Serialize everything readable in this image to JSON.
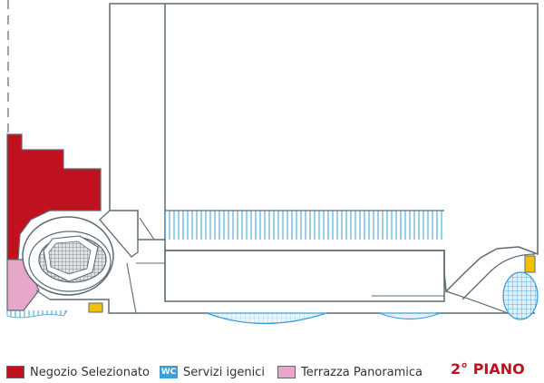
{
  "colors": {
    "selected_shop": "#c0111f",
    "restrooms": "#3a9fd6",
    "terrace": "#e8a6c9",
    "elevator": "#f2c200",
    "walls": "#5c6a73",
    "floor_label": "#c0111f"
  },
  "legend": {
    "selected_shop": {
      "icon": "red-square",
      "label": "Negozio Selezionato"
    },
    "restrooms": {
      "icon": "wc-badge",
      "badge_text": "WC",
      "label": "Servizi igenici"
    },
    "terrace": {
      "icon": "pink-square",
      "label": "Terrazza Panoramica"
    }
  },
  "floor_label": "2° PIANO"
}
